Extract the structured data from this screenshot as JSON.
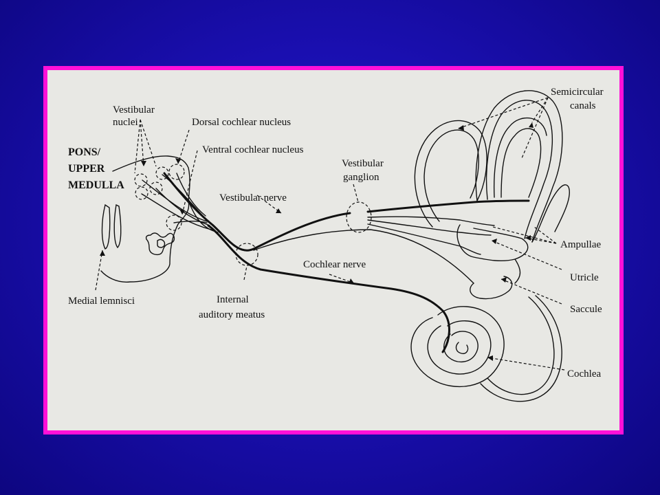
{
  "colors": {
    "background": "#1a0fb0",
    "border": "#ff10d8",
    "paper": "#e8e8e4",
    "ink": "#111111"
  },
  "labels": {
    "pons": "PONS/",
    "upper": "UPPER",
    "medulla": "MEDULLA",
    "vestibular_nuclei_1": "Vestibular",
    "vestibular_nuclei_2": "nuclei",
    "dorsal_cochlear": "Dorsal cochlear nucleus",
    "ventral_cochlear": "Ventral cochlear nucleus",
    "vestibular_nerve": "Vestibular nerve",
    "vestibular_ganglion_1": "Vestibular",
    "vestibular_ganglion_2": "ganglion",
    "semicircular_1": "Semicircular",
    "semicircular_2": "canals",
    "ampullae": "Ampullae",
    "utricle": "Utricle",
    "saccule": "Saccule",
    "cochlea": "Cochlea",
    "cochlear_nerve": "Cochlear nerve",
    "internal_auditory_1": "Internal",
    "internal_auditory_2": "auditory meatus",
    "medial_lemnisci": "Medial lemnisci"
  }
}
